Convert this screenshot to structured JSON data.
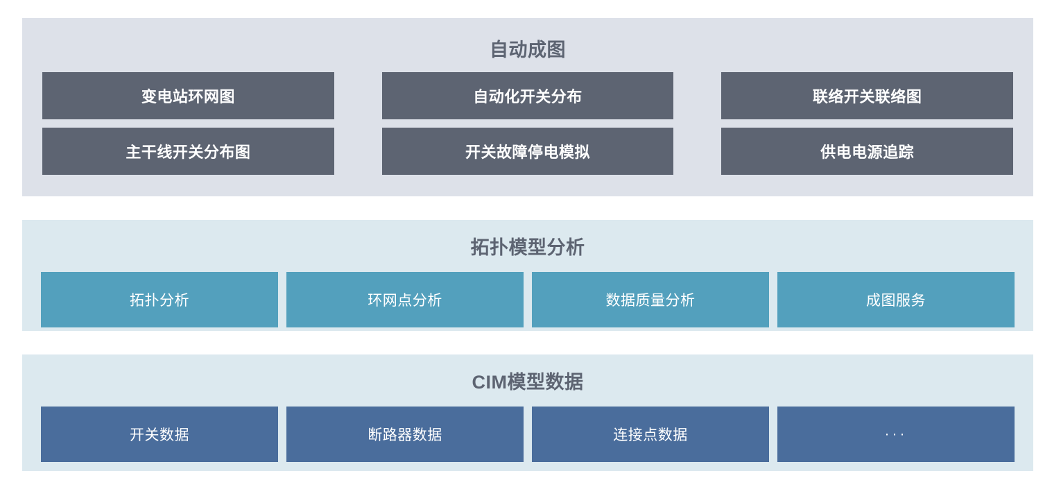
{
  "sections": [
    {
      "id": "auto-mapping",
      "title": "自动成图",
      "rows": [
        {
          "tiles": [
            {
              "label": "变电站环网图"
            },
            {
              "label": "自动化开关分布"
            },
            {
              "label": "联络开关联络图"
            }
          ]
        },
        {
          "tiles": [
            {
              "label": "主干线开关分布图"
            },
            {
              "label": "开关故障停电模拟"
            },
            {
              "label": "供电电源追踪"
            }
          ]
        }
      ]
    },
    {
      "id": "topology",
      "title": "拓扑模型分析",
      "rows": [
        {
          "tiles": [
            {
              "label": "拓扑分析"
            },
            {
              "label": "环网点分析"
            },
            {
              "label": "数据质量分析"
            },
            {
              "label": "成图服务"
            }
          ]
        }
      ]
    },
    {
      "id": "cim",
      "title": "CIM模型数据",
      "rows": [
        {
          "tiles": [
            {
              "label": "开关数据"
            },
            {
              "label": "断路器数据"
            },
            {
              "label": "连接点数据"
            },
            {
              "label": "···"
            }
          ]
        }
      ]
    }
  ],
  "colors": {
    "panel_auto_mapping_bg": "#dde1e9",
    "panel_topology_bg": "#dce9ef",
    "panel_cim_bg": "#dce9ef",
    "tile_slate": "#5d6472",
    "tile_teal": "#53a0bd",
    "tile_navy": "#4a6d9c",
    "title_text": "#5d6472",
    "tile_text": "#ffffff",
    "page_bg": "#ffffff"
  }
}
